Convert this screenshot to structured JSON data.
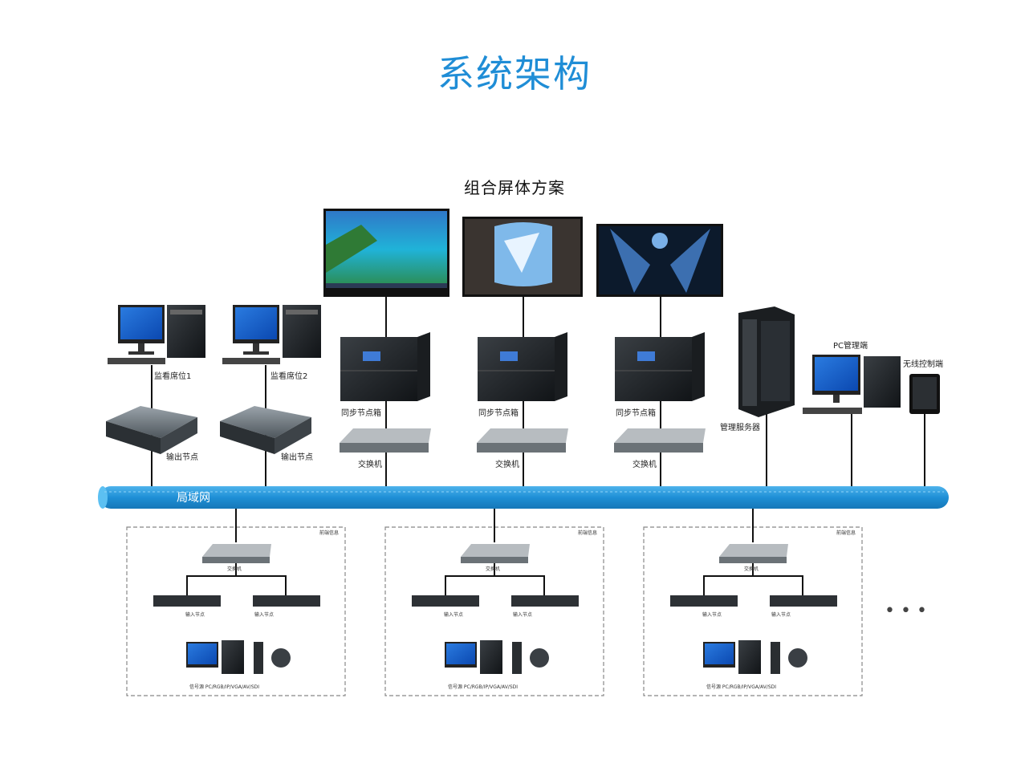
{
  "header": {
    "title": "系统架构",
    "subtitle": "组合屏体方案"
  },
  "monitor_stations": [
    {
      "label": "监看席位1",
      "node_label": "输出节点"
    },
    {
      "label": "监看席位2",
      "node_label": "输出节点"
    }
  ],
  "screen_groups": [
    {
      "box_label": "同步节点箱",
      "switch_label": "交换机"
    },
    {
      "box_label": "同步节点箱",
      "switch_label": "交换机"
    },
    {
      "box_label": "同步节点箱",
      "switch_label": "交换机"
    }
  ],
  "server": {
    "label": "管理服务器"
  },
  "pc_manager": {
    "label": "PC管理端"
  },
  "wireless": {
    "label": "无线控制端"
  },
  "network": {
    "label": "局域网"
  },
  "front_groups": [
    {
      "corner": "前端信息",
      "switch_label": "交换机",
      "input1": "输入节点",
      "input2": "输入节点",
      "source": "信号源 PC/RGB/IP/VGA/AV/SDI"
    },
    {
      "corner": "前端信息",
      "switch_label": "交换机",
      "input1": "输入节点",
      "input2": "输入节点",
      "source": "信号源 PC/RGB/IP/VGA/AV/SDI"
    },
    {
      "corner": "前端信息",
      "switch_label": "交换机",
      "input1": "输入节点",
      "input2": "输入节点",
      "source": "信号源 PC/RGB/IP/VGA/AV/SDI"
    }
  ],
  "more": "• • •"
}
